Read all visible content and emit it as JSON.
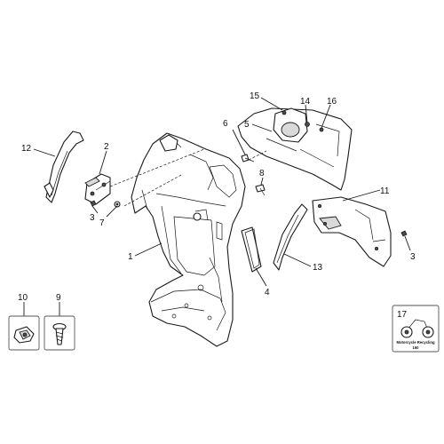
{
  "callouts": {
    "c1": "1",
    "c2": "2",
    "c3a": "3",
    "c3b": "3",
    "c4": "4",
    "c5": "5",
    "c6": "6",
    "c7": "7",
    "c8": "8",
    "c9": "9",
    "c10": "10",
    "c11": "11",
    "c12": "12",
    "c13": "13",
    "c14": "14",
    "c15": "15",
    "c16": "16",
    "c17": "17"
  },
  "kit_label": {
    "line1": "Motorcycle Recycling",
    "line2": "160"
  }
}
